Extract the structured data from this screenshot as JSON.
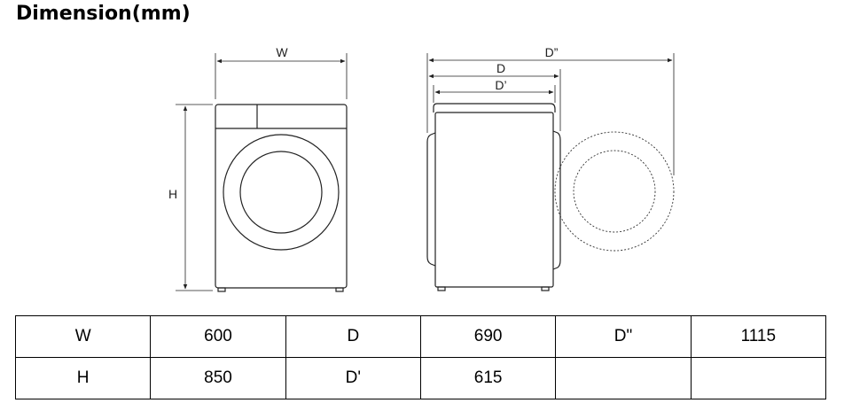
{
  "header": {
    "title": "Dimension(mm)"
  },
  "diagram": {
    "labels": {
      "w": "W",
      "h": "H",
      "d": "D",
      "d_prime": "D’",
      "d_double_prime": "D”"
    }
  },
  "table": {
    "rows": [
      [
        "W",
        "600",
        "D",
        "690",
        "D\"",
        "1115"
      ],
      [
        "H",
        "850",
        "D'",
        "615",
        "",
        ""
      ]
    ]
  }
}
